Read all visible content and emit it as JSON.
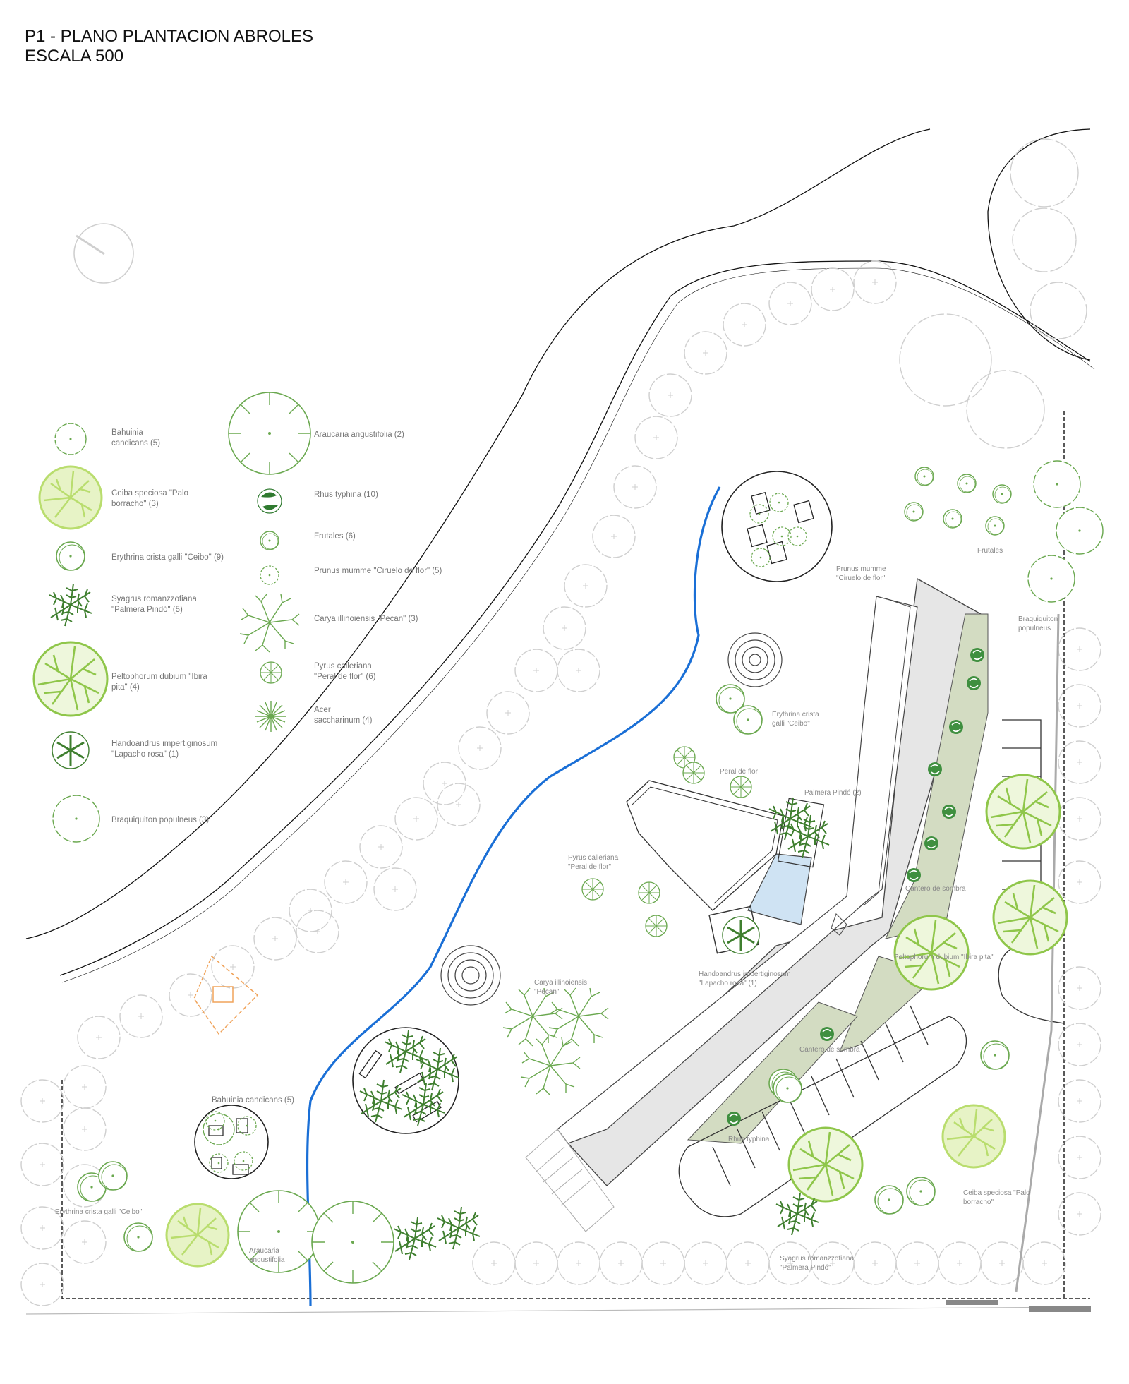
{
  "title": {
    "line1": "P1 - PLANO PLANTACION ABROLES",
    "line2": "ESCALA 500"
  },
  "colors": {
    "tree_light_green": "#b9dd6e",
    "tree_green": "#6aa84f",
    "tree_dark_green": "#3f7f2f",
    "path_blue": "#1a6fd6",
    "planter_fill": "#d3dcc2",
    "building_fill": "#e6e6e6",
    "water_fill": "#cfe3f3",
    "existing_tree_grey": "#cfcfcf",
    "accent_orange": "#f0a35a"
  },
  "legend": {
    "left": [
      {
        "icon": "bahuinia-icon",
        "line1": "Bahuinia",
        "line2": "candicans (5)"
      },
      {
        "icon": "ceiba-icon",
        "line1": "Ceiba speciosa  \"Palo",
        "line2": "borracho\" (3)"
      },
      {
        "icon": "erythrina-icon",
        "line1": "Erythrina crista galli \"Ceibo\" (9)",
        "line2": ""
      },
      {
        "icon": "syagrus-palm-icon",
        "line1": "Syagrus romanzzofiana",
        "line2": "\"Palmera Pindó\" (5)"
      },
      {
        "icon": "peltophorum-icon",
        "line1": "Peltophorum dubium \"Ibira",
        "line2": "pita\" (4)"
      },
      {
        "icon": "handoandrus-icon",
        "line1": "Handoandrus impertiginosum",
        "line2": "\"Lapacho rosa\" (1)"
      },
      {
        "icon": "braquiquiton-icon",
        "line1": "Braquiquiton populneus (3)",
        "line2": ""
      }
    ],
    "right": [
      {
        "icon": "araucaria-icon",
        "line1": "Araucaria angustifolia (2)",
        "line2": ""
      },
      {
        "icon": "rhus-icon",
        "line1": "Rhus typhina (10)",
        "line2": ""
      },
      {
        "icon": "frutales-icon",
        "line1": "Frutales (6)",
        "line2": ""
      },
      {
        "icon": "prunus-icon",
        "line1": "Prunus mumme \"Ciruelo de flor\" (5)",
        "line2": ""
      },
      {
        "icon": "carya-icon",
        "line1": "Carya illinoiensis \"Pecan\" (3)",
        "line2": ""
      },
      {
        "icon": "pyrus-icon",
        "line1": "Pyrus calleriana",
        "line2": "\"Peral de flor\" (6)"
      },
      {
        "icon": "acer-icon",
        "line1": "Acer",
        "line2": "saccharinum (4)"
      }
    ]
  },
  "labels": {
    "frutales": "Frutales",
    "prunus_1": "Prunus mumme",
    "prunus_2": "\"Ciruelo de flor\"",
    "braquiquiton_1": "Braquiquiton",
    "braquiquiton_2": "populneus",
    "erythrina_1": "Erythrina crista",
    "erythrina_2": "galli \"Ceibo\"",
    "peral": "Peral de flor",
    "palmera": "Palmera Pindó (2)",
    "pyrus_1": "Pyrus calleriana",
    "pyrus_2": "\"Peral de flor\"",
    "cantero_1": "Cantero de sombra",
    "peltophorum": "Peltophorum dubium \"Ibira pita\"",
    "handoandrus_1": "Handoandrus impertiginosum",
    "handoandrus_2": "\"Lapacho rosa\" (1)",
    "carya_1": "Carya illinoiensis",
    "carya_2": "\"Pecan\"",
    "cantero_2": "Cantero de sombra",
    "bahuinia": "Bahuinia candicans (5)",
    "rhus": "Rhus typhina",
    "erythrina_3": "Erythrina crista galli \"Ceibo\"",
    "araucaria_1": "Araucaria",
    "araucaria_2": "angustifolia",
    "ceiba_1": "Ceiba speciosa  \"Palo",
    "ceiba_2": "borracho\"",
    "syagrus_1": "Syagrus romanzzofiana",
    "syagrus_2": "\"Palmera Pindó\""
  }
}
